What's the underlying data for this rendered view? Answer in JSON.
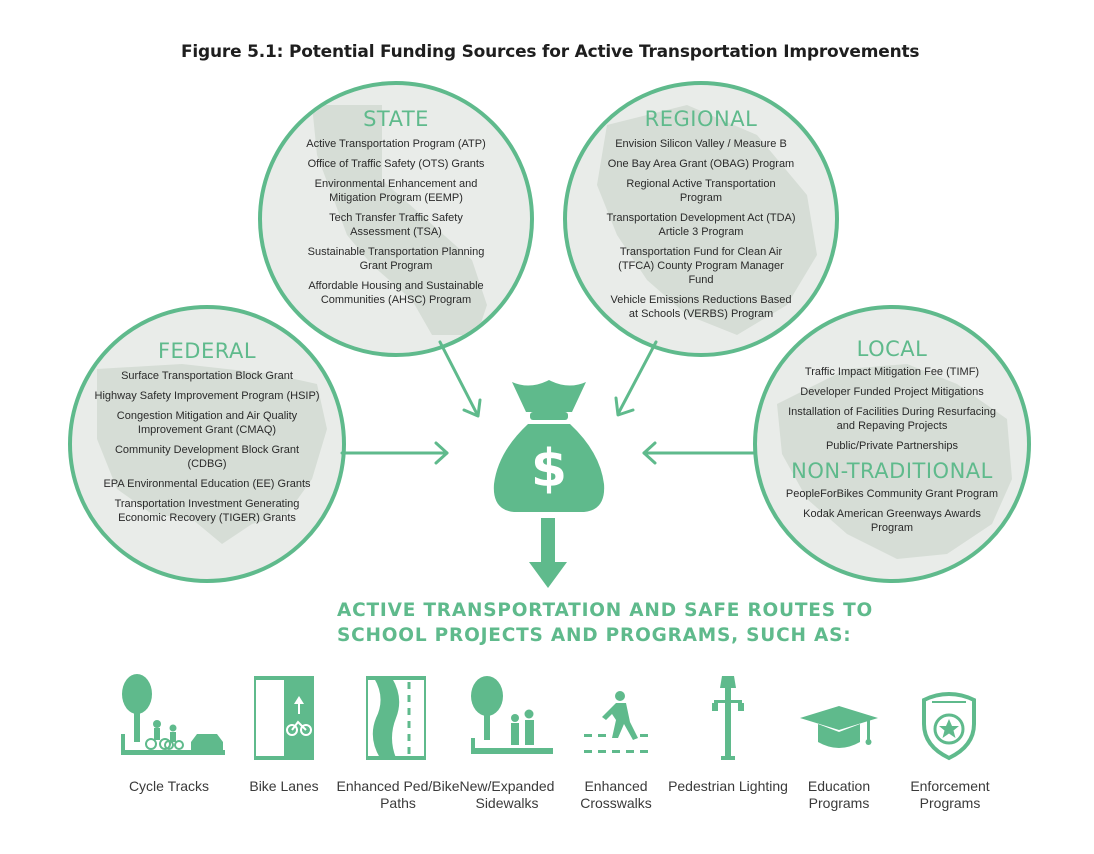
{
  "figure_title": "Figure 5.1: Potential Funding Sources for Active Transportation Improvements",
  "colors": {
    "accent": "#5fba8c",
    "circle_fill": "#e9ece9",
    "map_fill": "#d5ddd5",
    "text": "#2a2a2a"
  },
  "state": {
    "title": "STATE",
    "items": [
      "Active Transportation Program (ATP)",
      "Office of Traffic Safety (OTS) Grants",
      "Environmental Enhancement and Mitigation Program (EEMP)",
      "Tech Transfer Traffic Safety Assessment (TSA)",
      "Sustainable Transportation Planning Grant Program",
      "Affordable Housing and Sustainable Communities (AHSC) Program"
    ]
  },
  "regional": {
    "title": "REGIONAL",
    "items": [
      "Envision Silicon Valley / Measure B",
      "One Bay Area Grant (OBAG) Program",
      "Regional Active Transportation Program",
      "Transportation Development Act (TDA) Article 3 Program",
      "Transportation Fund for Clean Air (TFCA) County Program Manager Fund",
      "Vehicle Emissions Reductions Based at Schools (VERBS) Program"
    ]
  },
  "federal": {
    "title": "FEDERAL",
    "items": [
      "Surface Transportation Block Grant",
      "Highway Safety Improvement Program (HSIP)",
      "Congestion Mitigation and Air Quality Improvement Grant (CMAQ)",
      "Community Development Block Grant (CDBG)",
      "EPA Environmental Education (EE) Grants",
      "Transportation Investment Generating Economic Recovery (TIGER) Grants"
    ]
  },
  "local": {
    "title": "LOCAL",
    "items": [
      "Traffic Impact Mitigation Fee (TIMF)",
      "Developer Funded Project Mitigations",
      "Installation of Facilities During Resurfacing and Repaving Projects",
      "Public/Private Partnerships"
    ]
  },
  "non_traditional": {
    "title": "NON-TRADITIONAL",
    "items": [
      "PeopleForBikes Community Grant Program",
      "Kodak American Greenways Awards Program"
    ]
  },
  "bag_symbol": "$",
  "result": {
    "line1": "ACTIVE TRANSPORTATION AND SAFE ROUTES TO",
    "line2": "SCHOOL PROJECTS AND PROGRAMS, SUCH AS:"
  },
  "projects": [
    {
      "label": "Cycle Tracks",
      "icon": "cycle-tracks-icon"
    },
    {
      "label": "Bike Lanes",
      "icon": "bike-lane-icon"
    },
    {
      "label": "Enhanced Ped/Bike Paths",
      "icon": "path-icon"
    },
    {
      "label": "New/Expanded Sidewalks",
      "icon": "sidewalk-icon"
    },
    {
      "label": "Enhanced Crosswalks",
      "icon": "crosswalk-icon"
    },
    {
      "label": "Pedestrian Lighting",
      "icon": "street-lamp-icon"
    },
    {
      "label": "Education Programs",
      "icon": "graduation-cap-icon"
    },
    {
      "label": "Enforcement Programs",
      "icon": "police-badge-icon"
    }
  ]
}
